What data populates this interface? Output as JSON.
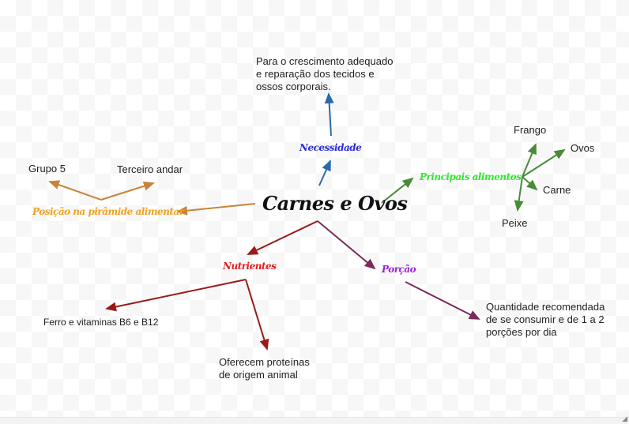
{
  "central": "Carnes e Ovos",
  "branches": {
    "necessidade": {
      "label": "Necessidade",
      "color": "#2b2bd6",
      "detail": [
        "Para o crescimento adequado",
        "e reparação dos tecidos e",
        "ossos corporais."
      ]
    },
    "principais": {
      "label": "Principais alimentos",
      "color": "#2ee82e",
      "items": [
        "Frango",
        "Ovos",
        "Carne",
        "Peixe"
      ]
    },
    "posicao": {
      "label": "Posição na pirâmide alimentar",
      "color": "#f0a020",
      "items": [
        "Grupo 5",
        "Terceiro andar"
      ]
    },
    "nutrientes": {
      "label": "Nutrientes",
      "color": "#e01e1e",
      "items": [
        "Ferro e vitaminas B6 e B12",
        "Oferecem proteínas",
        "de origem animal"
      ]
    },
    "porcao": {
      "label": "Porção",
      "color": "#9a22d9",
      "detail": [
        "Quantidade recomendada",
        "de se consumir e de 1 a 2",
        "porções por dia"
      ]
    }
  },
  "resize_icon": "resize-handle-icon"
}
